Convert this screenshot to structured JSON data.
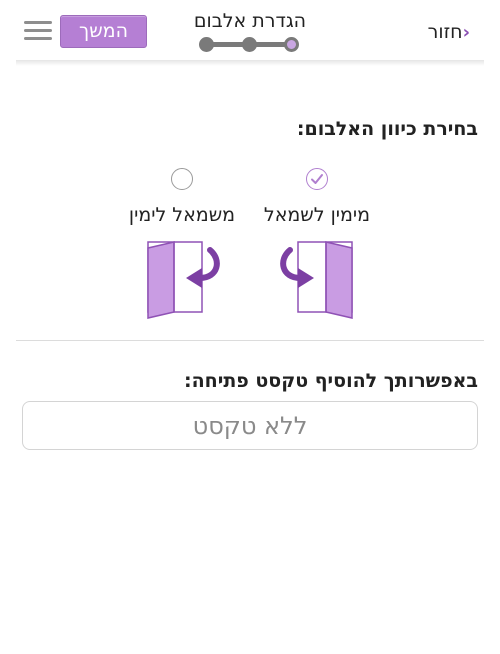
{
  "header": {
    "title": "הגדרת אלבום",
    "continue_label": "המשך",
    "back_label": "חזור",
    "back_chevron": "‹",
    "steps_total": 3,
    "current_step": 3
  },
  "orientation": {
    "heading": "בחירת כיוון האלבום:",
    "options": [
      {
        "label": "מימין לשמאל",
        "selected": true,
        "icon": "album-open-right-to-left-icon"
      },
      {
        "label": "משמאל לימין",
        "selected": false,
        "icon": "album-open-left-to-right-icon"
      }
    ]
  },
  "opening_text": {
    "heading": "באפשרותך להוסיף טקסט פתיחה:",
    "value": "",
    "placeholder": "ללא טקסט"
  },
  "colors": {
    "accent": "#b57fd4",
    "accent_dark": "#8a4fb3",
    "album_light": "#c99ce3",
    "album_dark": "#8f52b5"
  }
}
